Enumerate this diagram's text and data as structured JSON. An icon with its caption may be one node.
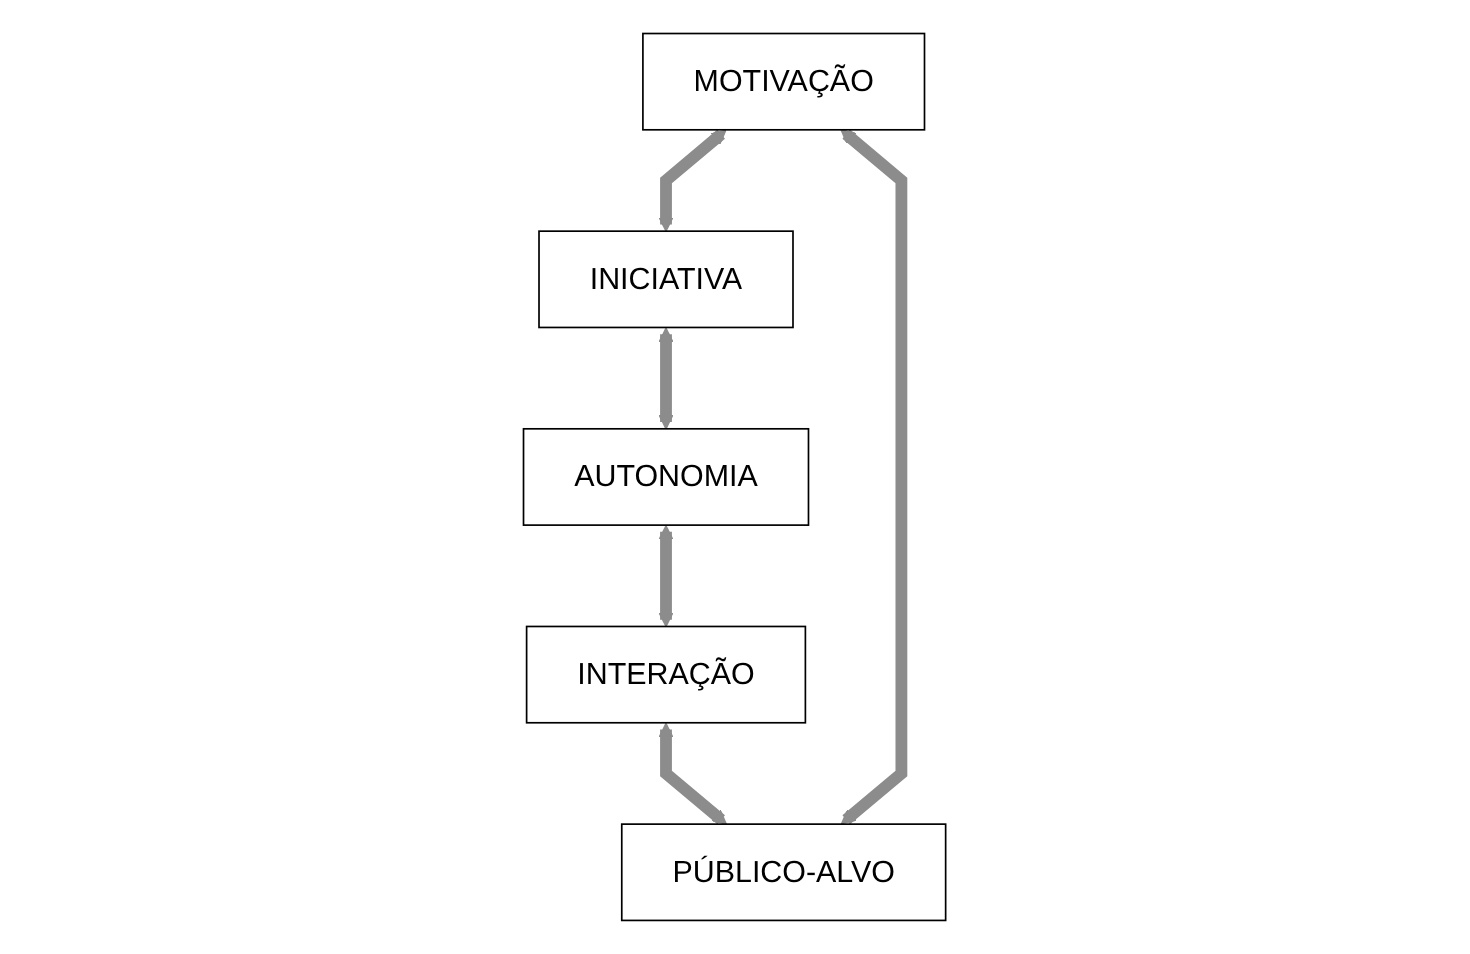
{
  "diagram": {
    "nodes": [
      {
        "text": [
          "MOTIVAÇÃO"
        ]
      },
      {
        "text": [
          "PÚBLICO-ALVO"
        ]
      },
      {
        "text": [
          "INICIATIVA"
        ]
      },
      {
        "text": [
          "INTERAÇÃO"
        ]
      },
      {
        "text": [
          "AUTONOMIA"
        ]
      }
    ],
    "edges": [
      {
        "from": 1,
        "to": 0,
        "arrow": "both"
      },
      {
        "from": 0,
        "to": 2,
        "arrow": "both"
      },
      {
        "from": 2,
        "to": 4,
        "arrow": "both"
      },
      {
        "from": 4,
        "to": 3,
        "arrow": "both"
      },
      {
        "from": 3,
        "to": 1,
        "arrow": "both"
      }
    ]
  }
}
